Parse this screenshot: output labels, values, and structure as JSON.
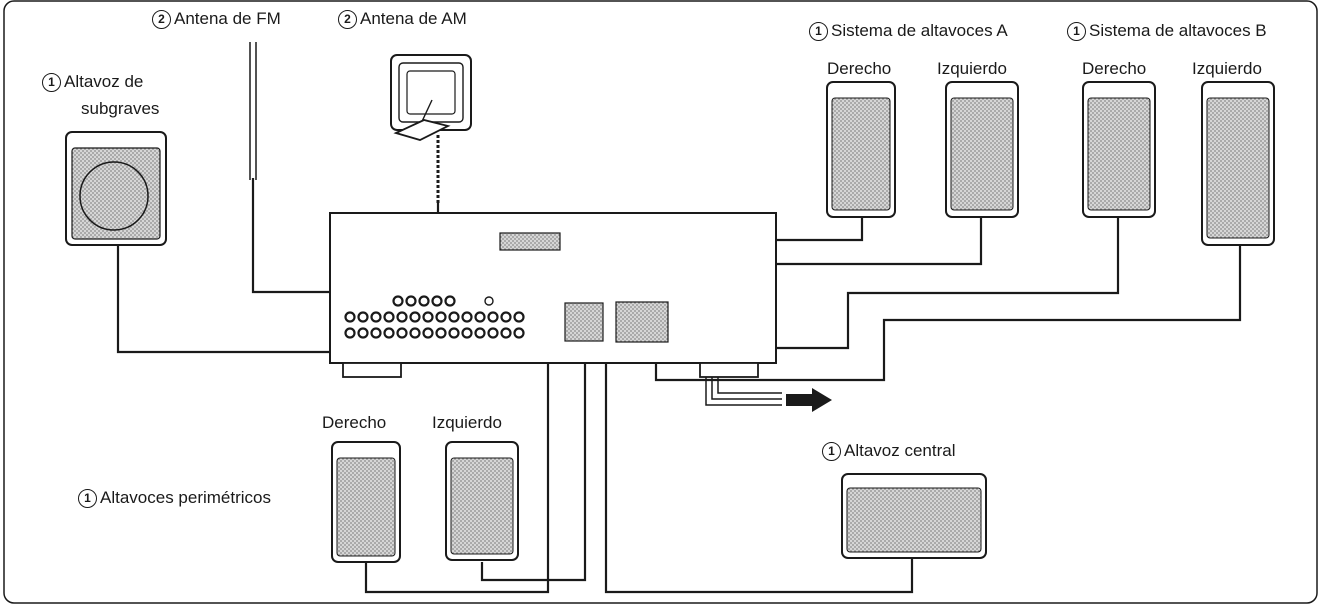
{
  "markers": {
    "item1": "1",
    "item2": "2"
  },
  "labels": {
    "fm_antenna": "Antena de FM",
    "am_antenna": "Antena de AM",
    "speaker_system_a": "Sistema de altavoces A",
    "speaker_system_b": "Sistema de altavoces B",
    "subwoofer_line1": "Altavoz de",
    "subwoofer_line2": "subgraves",
    "surround_speakers": "Altavoces perimétricos",
    "center_speaker": "Altavoz central",
    "right": "Derecho",
    "left": "Izquierdo"
  },
  "colors": {
    "ink": "#1a1a1a",
    "grille": "#8a8a8a",
    "panel": "#ffffff"
  }
}
